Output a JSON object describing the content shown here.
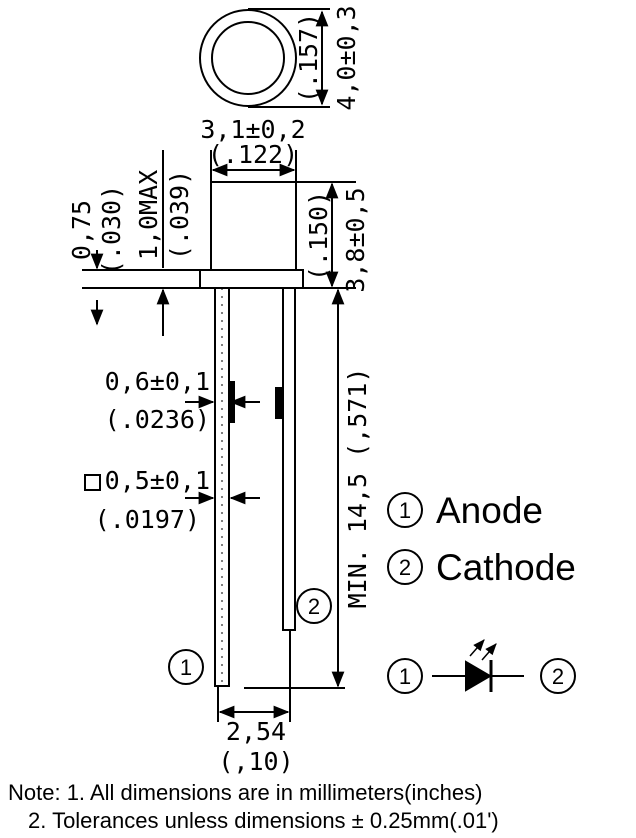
{
  "dimensions": {
    "top_diameter_mm": "4,0±0,3",
    "top_diameter_in": "(.157)",
    "body_width_mm": "3,1±0,2",
    "body_width_in": "(.122)",
    "flange_mm": "0,75",
    "flange_in": "(.030)",
    "flange_max_mm": "1,0MAX",
    "flange_max_in": "(.039)",
    "body_height_in": "(.150)",
    "body_height_mm": "3,8±0,5",
    "lead_thickness_mm": "0,6±0,1",
    "lead_thickness_in": "(.0236)",
    "lead_square_mm": "0,5±0,1",
    "lead_square_in": "(.0197)",
    "lead_length": "MIN. 14,5 (,571)",
    "lead_spacing_mm": "2,54",
    "lead_spacing_in": "(,10)"
  },
  "legend": {
    "anode_number": "1",
    "anode_label": "Anode",
    "cathode_number": "2",
    "cathode_label": "Cathode"
  },
  "pins": {
    "pin1": "1",
    "pin2": "2"
  },
  "notes": {
    "line1": "Note: 1. All dimensions are in millimeters(inches)",
    "line2": "2. Tolerances unless dimensions ± 0.25mm(.01')"
  }
}
